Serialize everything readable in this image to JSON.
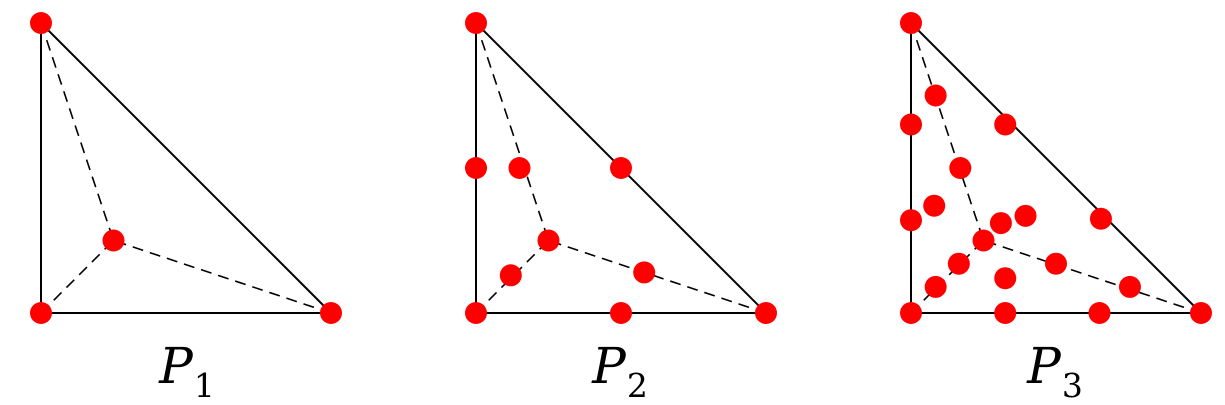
{
  "colors": {
    "node": "#ff0000",
    "edge": "#000000",
    "background": "#ffffff"
  },
  "panels": [
    {
      "label_letter": "P",
      "label_subscript": "1",
      "nodes": [
        [
          0,
          1
        ],
        [
          0,
          0
        ],
        [
          1,
          0
        ],
        [
          0.25,
          0.25
        ]
      ]
    },
    {
      "label_letter": "P",
      "label_subscript": "2",
      "nodes": [
        [
          0,
          1
        ],
        [
          0,
          0
        ],
        [
          1,
          0
        ],
        [
          0.25,
          0.25
        ],
        [
          0,
          0.5
        ],
        [
          0.5,
          0.5
        ],
        [
          0.5,
          0
        ],
        [
          0.15,
          0.5
        ],
        [
          0.58,
          0.14
        ],
        [
          0.12,
          0.13
        ]
      ]
    },
    {
      "label_letter": "P",
      "label_subscript": "3",
      "nodes": [
        [
          0,
          1
        ],
        [
          0,
          0
        ],
        [
          1,
          0
        ],
        [
          0.25,
          0.25
        ],
        [
          0,
          0.65
        ],
        [
          0,
          0.32
        ],
        [
          0.325,
          0.65
        ],
        [
          0.655,
          0.325
        ],
        [
          0.325,
          0
        ],
        [
          0.65,
          0
        ],
        [
          0.085,
          0.75
        ],
        [
          0.17,
          0.5
        ],
        [
          0.08,
          0.37
        ],
        [
          0.395,
          0.335
        ],
        [
          0.31,
          0.31
        ],
        [
          0.5,
          0.17
        ],
        [
          0.325,
          0.12
        ],
        [
          0.755,
          0.09
        ],
        [
          0.165,
          0.17
        ],
        [
          0.085,
          0.09
        ]
      ]
    }
  ]
}
